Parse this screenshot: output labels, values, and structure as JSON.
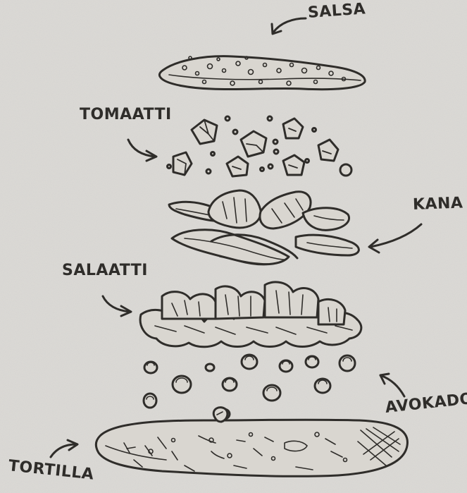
{
  "labels": {
    "salsa": "SALSA",
    "tomaatti": "TOMAATTI",
    "kana": "KANA",
    "salaatti": "SALAATTI",
    "avokado": "AVOKADO",
    "tortilla": "TORTILLA"
  },
  "colors": {
    "background": "#dcdad6",
    "ink": "#2f2d2a",
    "fill": "#d9d6d0"
  }
}
